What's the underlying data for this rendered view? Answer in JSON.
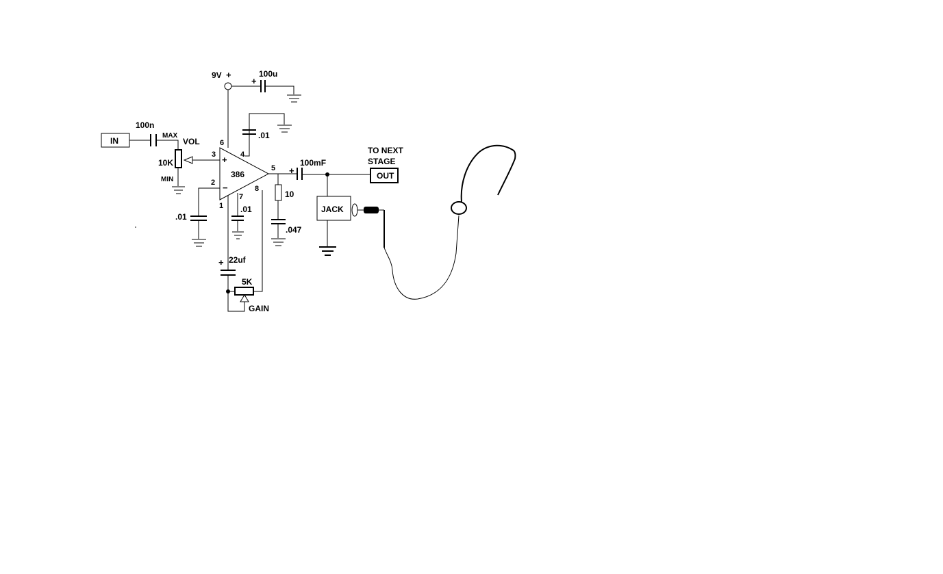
{
  "labels": {
    "supply": "9V",
    "plus": "+",
    "minus": "−",
    "cap_supply": "100u",
    "cap_input": "100n",
    "pot_max": "MAX",
    "pot_vol": "VOL",
    "pot_value": "10K",
    "pot_min": "MIN",
    "input_box": "IN",
    "chip": "386",
    "pin6": "6",
    "pin4": "4",
    "pin3": "3",
    "pin2": "2",
    "pin5": "5",
    "pin8": "8",
    "pin7": "7",
    "pin1": "1",
    "cap_pin4": ".01",
    "cap_pin2": ".01",
    "cap_pin7": ".01",
    "resistor_out": "10",
    "cap_zobel": ".047",
    "cap_output": "100mF",
    "next_stage_line1": "TO NEXT",
    "next_stage_line2": "STAGE",
    "output_box": "OUT",
    "jack_box": "JACK",
    "cap_gain": "22uf",
    "gain_pot_value": "5K",
    "gain_label": "GAIN"
  },
  "colors": {
    "ink": "#000000",
    "background": "#ffffff"
  }
}
